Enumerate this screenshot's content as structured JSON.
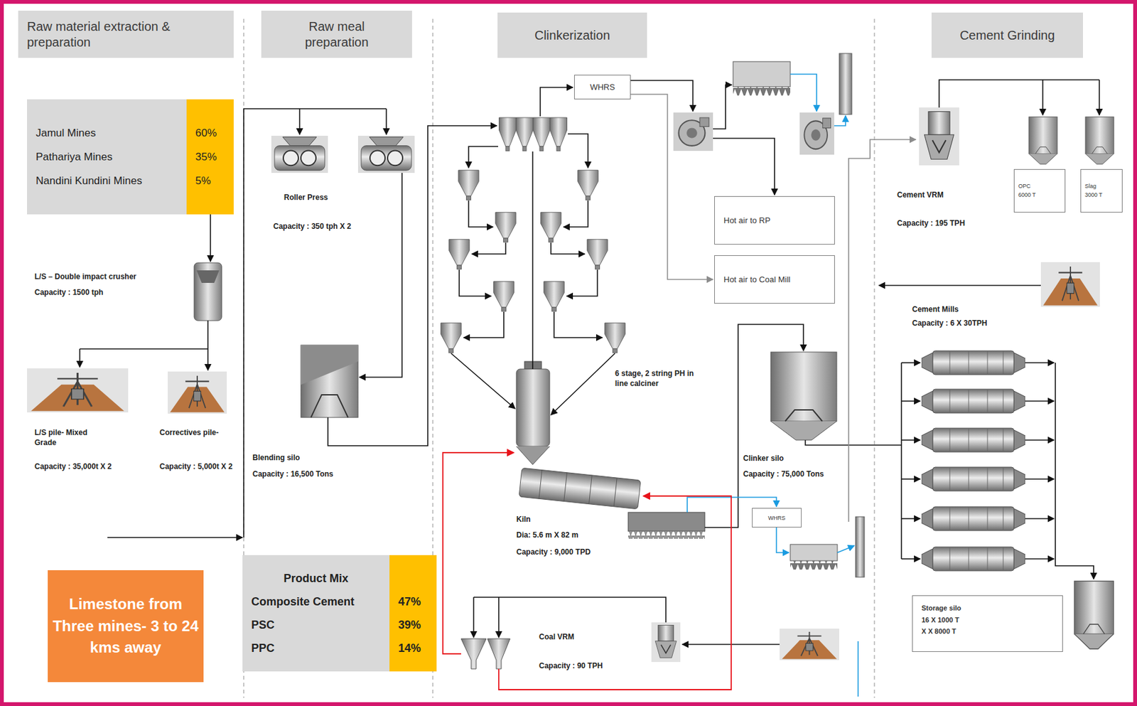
{
  "diagram": {
    "nodes": [
      {
        "text": [
          "Raw material extraction & preparation"
        ]
      },
      {
        "text": [
          "Raw meal preparation"
        ]
      },
      {
        "text": [
          "Clinkerization"
        ]
      },
      {
        "text": [
          "Cement Grinding"
        ]
      },
      {
        "text": [
          "Jamul Mines",
          "60%",
          "Pathariya Mines",
          "35%",
          "Nandini Kundini Mines",
          "5%"
        ]
      },
      {
        "text": [
          "WHRS"
        ]
      },
      {
        "text": [
          "Hot air to RP"
        ]
      },
      {
        "text": [
          "Hot air to Coal Mill"
        ]
      },
      {
        "text": [
          "OPC",
          "6000 T"
        ]
      },
      {
        "text": [
          "Slag",
          "3000 T"
        ]
      },
      {
        "text": [
          "WHRS"
        ]
      },
      {
        "text": [
          "Storage silo",
          "16 X 1000 T",
          "X X 8000 T"
        ]
      },
      {
        "text": [
          "Product Mix",
          "Composite Cement",
          "47%",
          "PSC",
          "39%",
          "PPC",
          "14%"
        ]
      },
      {
        "text": [
          "Limestone from Three mines- 3 to 24 kms away"
        ]
      }
    ],
    "edges": [
      {
        "from": 5,
        "to": 7,
        "arrow": "to"
      }
    ],
    "labels": [
      "L/S – Double impact crusher",
      "Capacity : 1500 tph",
      "L/S pile- Mixed Grade",
      "Capacity : 35,000t X 2",
      "Correctives pile-",
      "Capacity : 5,000t X 2",
      "Roller Press",
      "Capacity : 350 tph X 2",
      "Blending silo",
      "Capacity : 16,500 Tons",
      "6 stage, 2 string PH in line calciner",
      "Kiln",
      "Dia: 5.6 m X 82 m",
      "Capacity : 9,000 TPD",
      "Clinker silo",
      "Capacity : 75,000 Tons",
      "Coal VRM",
      "Capacity : 90 TPH",
      "Cement VRM",
      "Capacity : 195 TPH",
      "Cement Mills",
      "Capacity : 6 X 30TPH"
    ]
  }
}
